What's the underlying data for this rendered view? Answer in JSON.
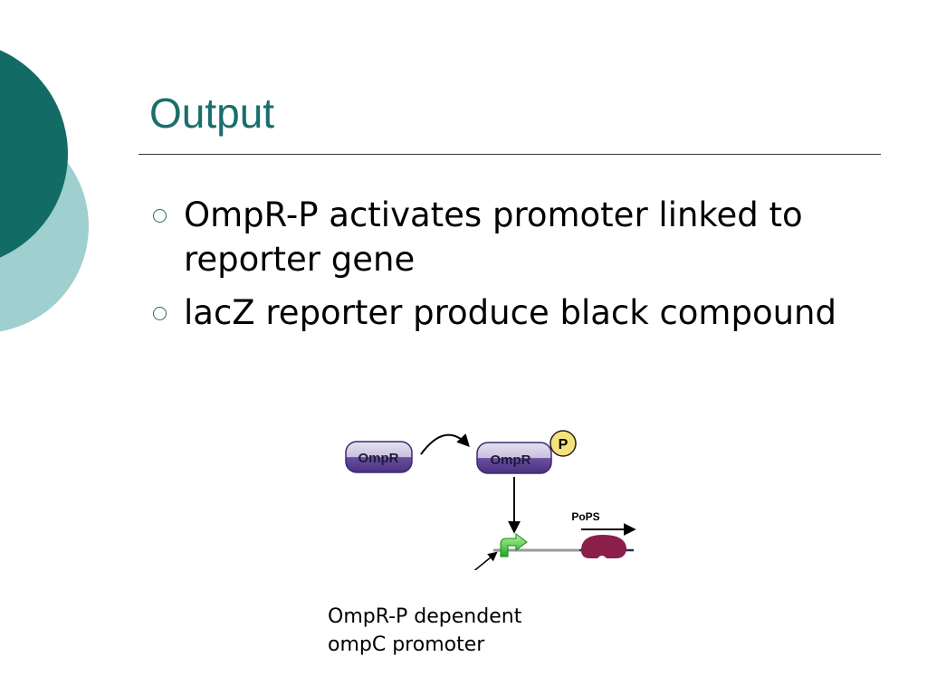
{
  "slide": {
    "title": "Output",
    "bullets": [
      {
        "text": "OmpR-P activates promoter linked to reporter gene"
      },
      {
        "text": "lacZ reporter produce black compound"
      }
    ]
  },
  "diagram": {
    "protein_left_label": "OmpR",
    "protein_right_label": "OmpR",
    "phosphate_label": "P",
    "pops_label": "PoPS",
    "caption_line1": "OmpR-P dependent",
    "caption_line2": "ompC promoter",
    "colors": {
      "accent": "#1a6e6b",
      "circle_light": "#9fcfcf",
      "protein_fill": "#6b4fa0",
      "promoter": "#33cc33",
      "reporter": "#8a1f4a",
      "phosphate": "#f5e27a"
    }
  }
}
